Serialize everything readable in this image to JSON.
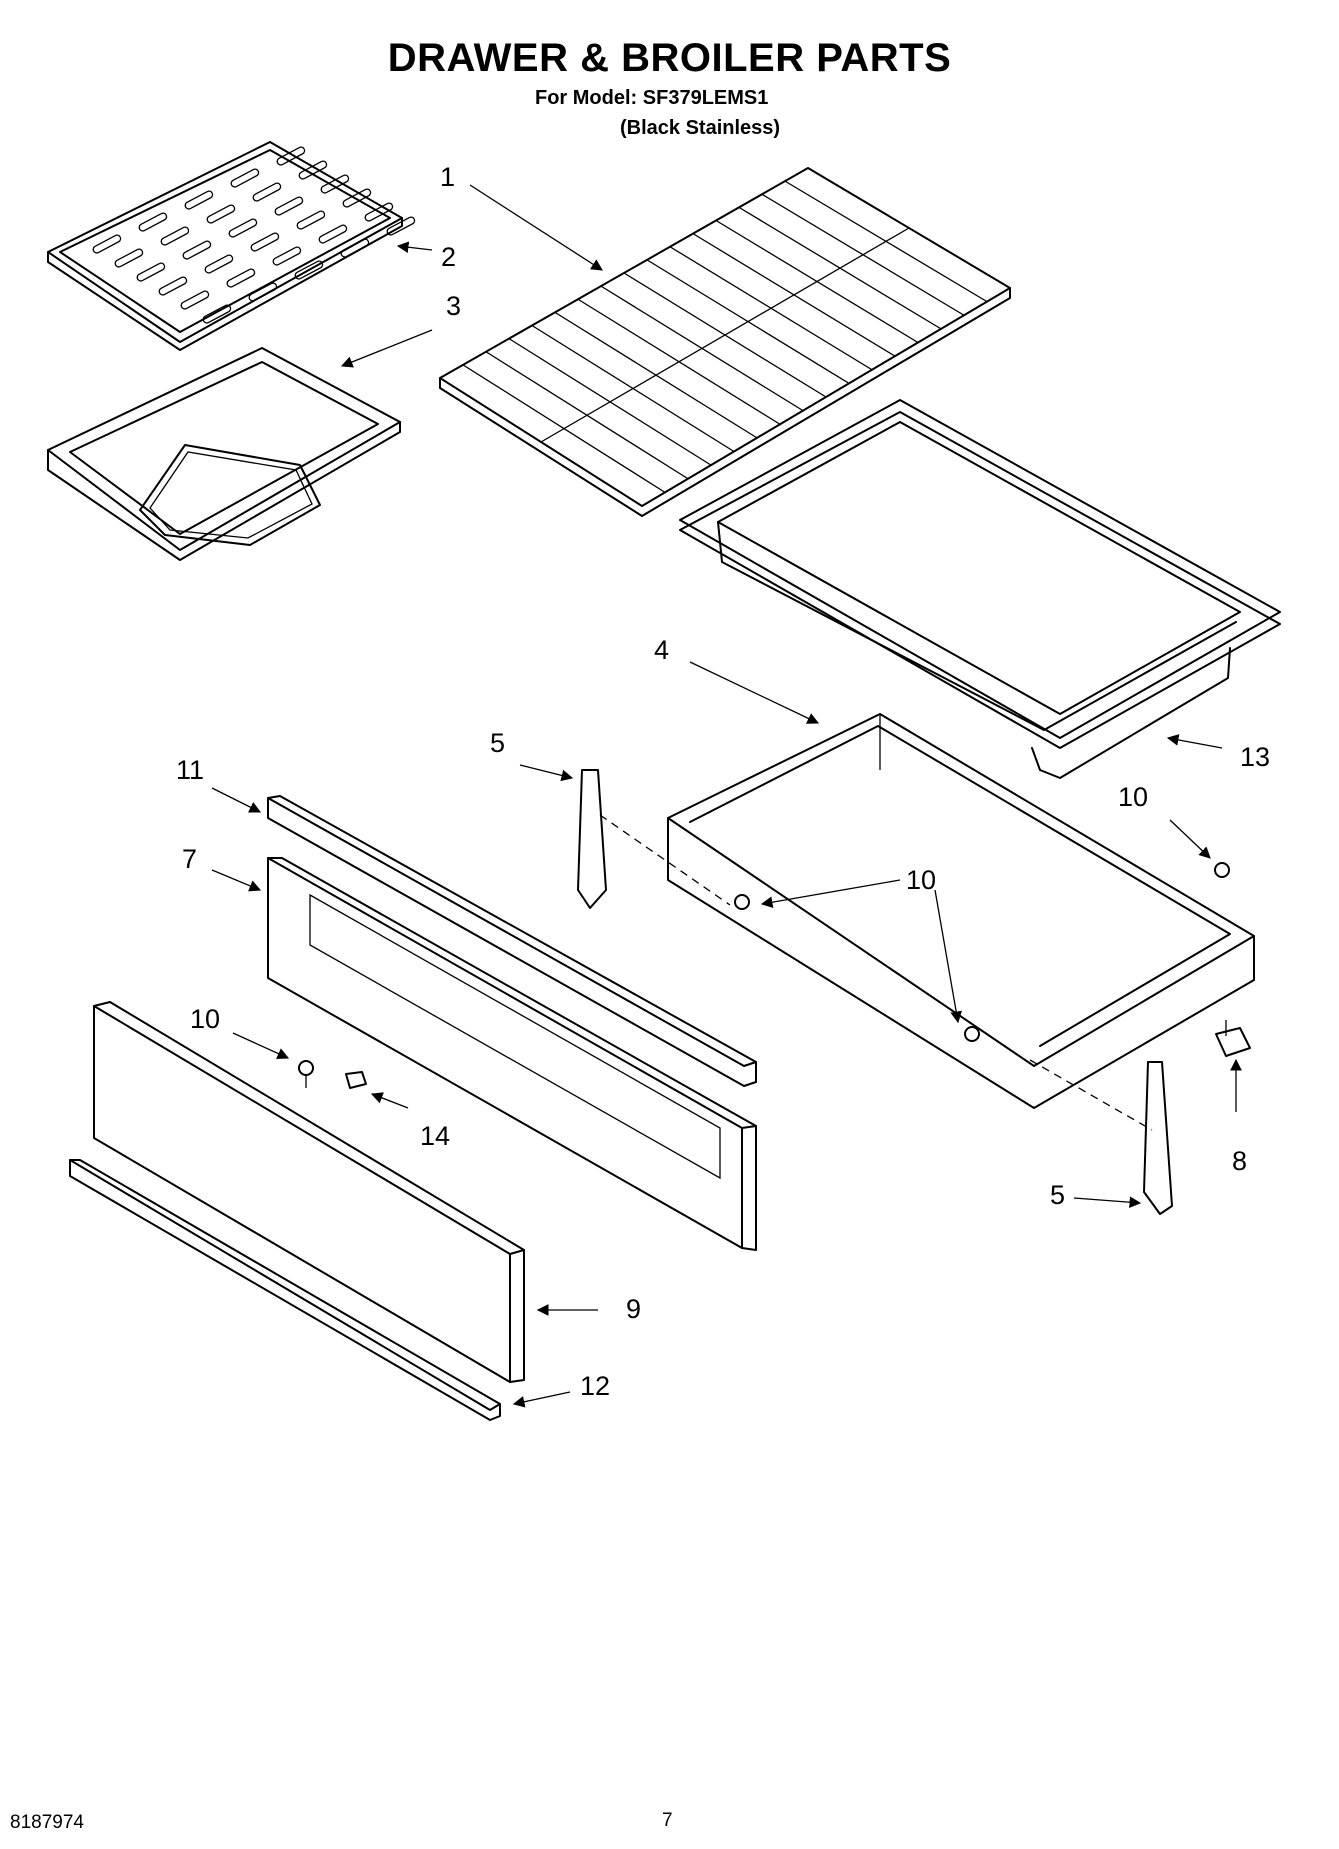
{
  "header": {
    "title": "DRAWER & BROILER PARTS",
    "model_line": "For Model: SF379LEMS1",
    "variant_line": "(Black Stainless)"
  },
  "callouts": [
    "1",
    "2",
    "3",
    "4",
    "5",
    "5",
    "7",
    "8",
    "9",
    "10",
    "10",
    "10",
    "10",
    "11",
    "12",
    "13",
    "14"
  ],
  "footer": {
    "doc_number": "8187974",
    "page_number": "7"
  }
}
